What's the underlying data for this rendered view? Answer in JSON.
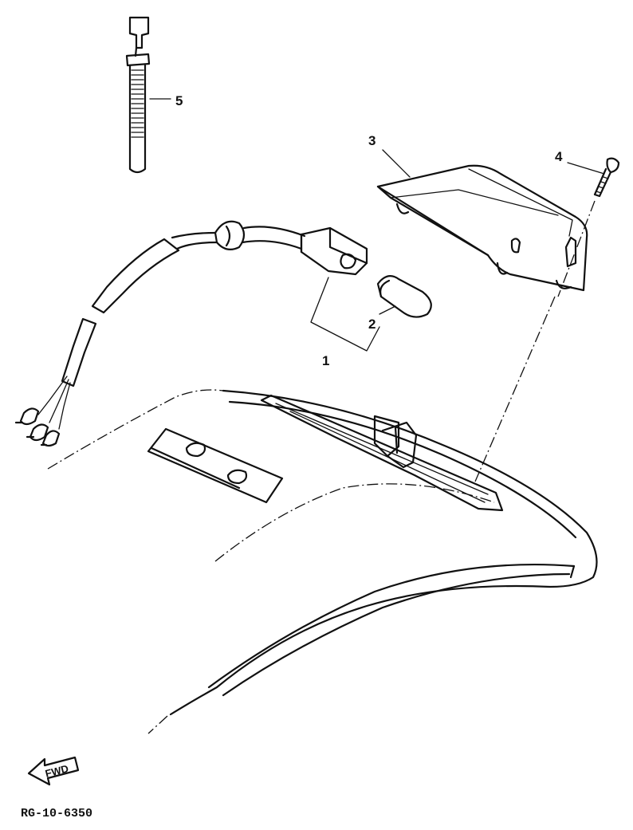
{
  "diagram": {
    "callouts": [
      {
        "id": "callout-1",
        "label": "1"
      },
      {
        "id": "callout-2",
        "label": "2"
      },
      {
        "id": "callout-3",
        "label": "3"
      },
      {
        "id": "callout-4",
        "label": "4"
      },
      {
        "id": "callout-5",
        "label": "5"
      }
    ],
    "direction_arrow": {
      "label": "FWD"
    },
    "reference_code": "RG-10-6350"
  }
}
